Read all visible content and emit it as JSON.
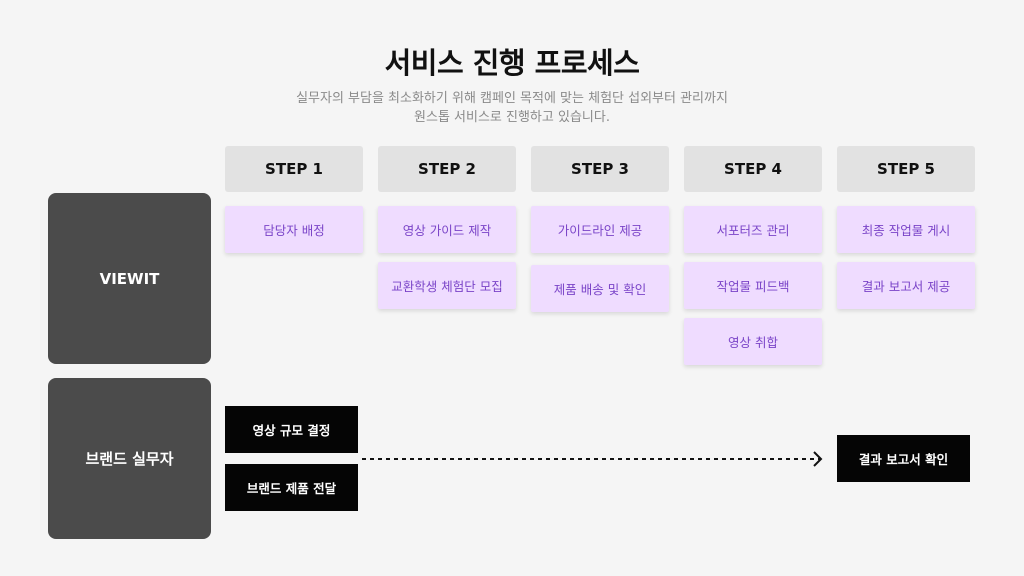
{
  "title": "서비스 진행 프로세스",
  "subtitle": {
    "line1": "실무자의 부담을 최소화하기 위해 캠페인 목적에 맞는 체험단 섭외부터 관리까지",
    "line2": "원스톱 서비스로 진행하고 있습니다."
  },
  "steps": [
    "STEP 1",
    "STEP 2",
    "STEP 3",
    "STEP 4",
    "STEP 5"
  ],
  "actors": {
    "viewit": "VIEWIT",
    "brand": "브랜드 실무자"
  },
  "viewit_tasks": {
    "step1": [
      "담당자 배정"
    ],
    "step2": [
      "영상 가이드 제작",
      "교환학생 체험단 모집"
    ],
    "step3": [
      "가이드라인 제공",
      "제품 배송 및 확인"
    ],
    "step4": [
      "서포터즈 관리",
      "작업물 피드백",
      "영상 취합"
    ],
    "step5": [
      "최종 작업물 게시",
      "결과 보고서 제공"
    ]
  },
  "brand_tasks": {
    "start": [
      "영상 규모 결정",
      "브랜드 제품 전달"
    ],
    "end": "결과 보고서 확인"
  },
  "colors": {
    "background": "#f5f5f5",
    "step_header": "#e2e2e2",
    "task_fill": "#efdcff",
    "task_text": "#7a44c8",
    "actor_fill": "#4b4b4b",
    "brand_box": "#050505"
  },
  "icons": {
    "arrow": "chevron-right-arrow"
  }
}
